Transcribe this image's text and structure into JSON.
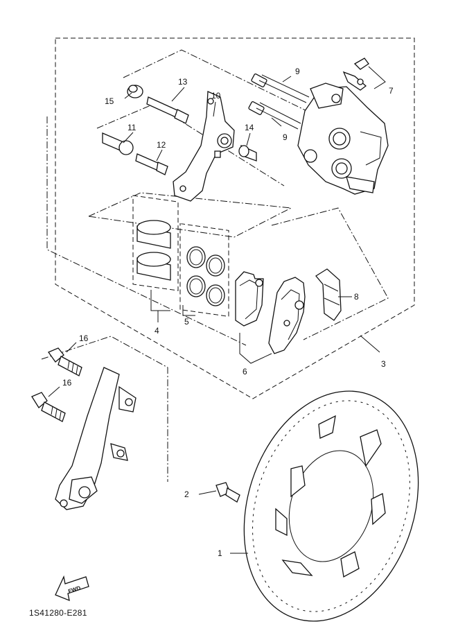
{
  "diagram_code": "1S41280-E281",
  "fwd_label": "FWD",
  "callouts": [
    {
      "id": "c1",
      "label": "1"
    },
    {
      "id": "c2",
      "label": "2"
    },
    {
      "id": "c3",
      "label": "3"
    },
    {
      "id": "c4",
      "label": "4"
    },
    {
      "id": "c5",
      "label": "5"
    },
    {
      "id": "c6",
      "label": "6"
    },
    {
      "id": "c7",
      "label": "7"
    },
    {
      "id": "c8",
      "label": "8"
    },
    {
      "id": "c9a",
      "label": "9"
    },
    {
      "id": "c9b",
      "label": "9"
    },
    {
      "id": "c10",
      "label": "10"
    },
    {
      "id": "c11",
      "label": "11"
    },
    {
      "id": "c12",
      "label": "12"
    },
    {
      "id": "c13",
      "label": "13"
    },
    {
      "id": "c14",
      "label": "14"
    },
    {
      "id": "c15",
      "label": "15"
    },
    {
      "id": "c16a",
      "label": "16"
    },
    {
      "id": "c16b",
      "label": "16"
    }
  ],
  "icons": [
    "fwd-arrow-icon"
  ]
}
